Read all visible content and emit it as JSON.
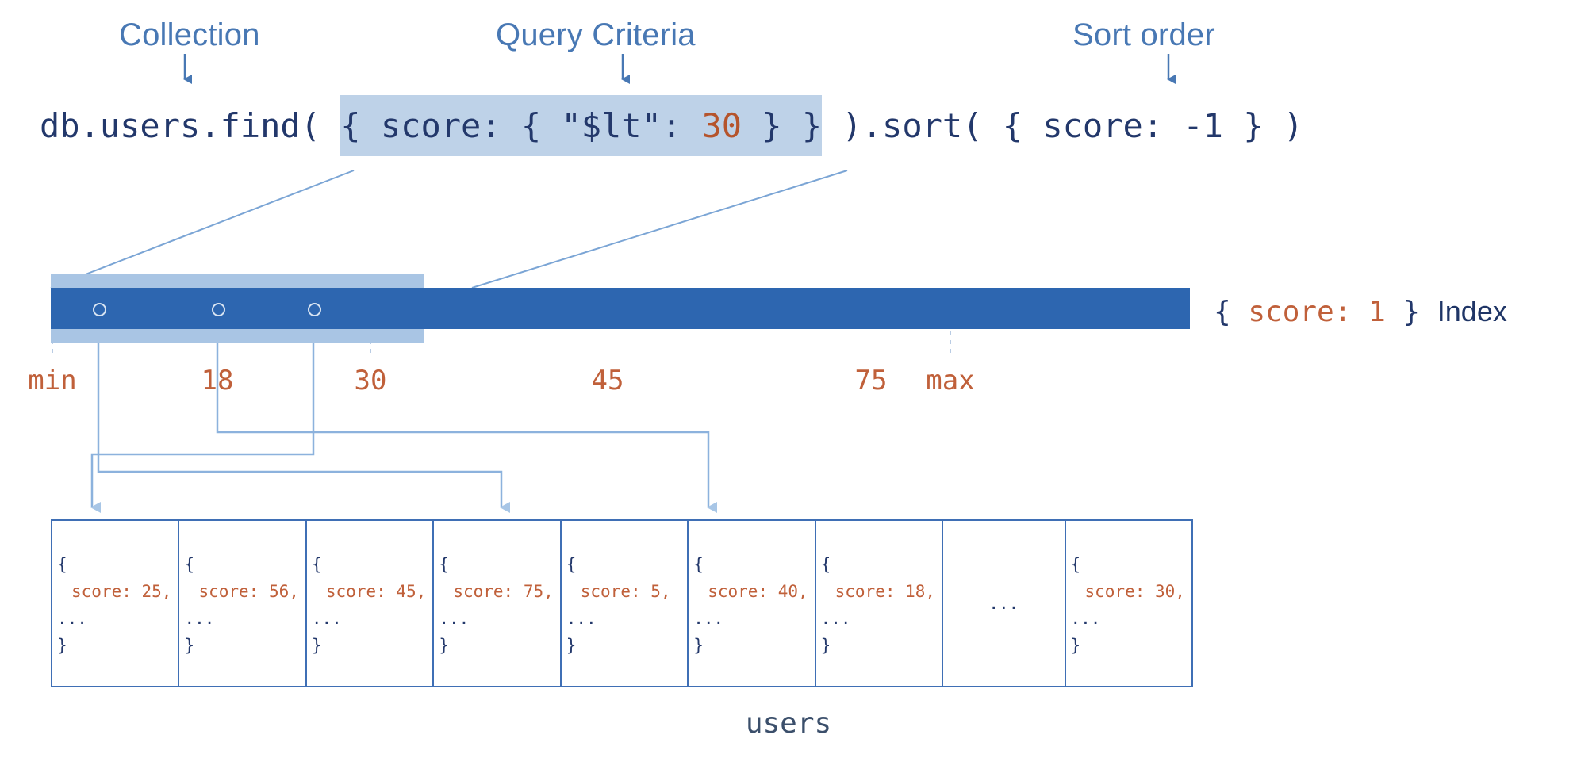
{
  "callouts": {
    "collection": "Collection",
    "query_criteria": "Query Criteria",
    "sort_order": "Sort order"
  },
  "query": {
    "prefix": "db.users.find( ",
    "highlight_pre": "{ score: { \"$lt\": ",
    "highlight_num": "30",
    "highlight_post": " } }",
    "suffix": " ).sort( { score: -1 } )",
    "full_text": "db.users.find( { score: { \"$lt\": 30 } } ).sort( { score: -1 } )"
  },
  "index": {
    "label_open": "{ ",
    "label_key": "score: 1",
    "label_close": " } ",
    "label_suffix": "Index",
    "ticks": [
      {
        "label": "min",
        "pos_pct": 0.0
      },
      {
        "label": "18",
        "pos_pct": 14.6
      },
      {
        "label": "30",
        "pos_pct": 27.9
      },
      {
        "label": "45",
        "pos_pct": 48.8
      },
      {
        "label": "75",
        "pos_pct": 71.9
      },
      {
        "label": "max",
        "pos_pct": 78.0
      }
    ],
    "markers": [
      {
        "value": "5",
        "pos_pct": 4.2
      },
      {
        "value": "18",
        "pos_pct": 14.6
      },
      {
        "value": "25",
        "pos_pct": 23.1
      }
    ],
    "highlight_range": "min to 30",
    "bar_color": "#2d66b0",
    "highlight_color": "#a9c5e4"
  },
  "documents": {
    "collection_label": "users",
    "open_brace": "{",
    "ellipsis": "...",
    "close_brace": "}",
    "items": [
      {
        "score": "score: 25,",
        "empty": false
      },
      {
        "score": "score: 56,",
        "empty": false
      },
      {
        "score": "score: 45,",
        "empty": false
      },
      {
        "score": "score: 75,",
        "empty": false
      },
      {
        "score": "score: 5,",
        "empty": false
      },
      {
        "score": "score: 40,",
        "empty": false
      },
      {
        "score": "score: 18,",
        "empty": false
      },
      {
        "score": "...",
        "empty": true
      },
      {
        "score": "score: 30,",
        "empty": false
      }
    ]
  },
  "colors": {
    "accent_blue": "#4878b4",
    "dark_navy": "#23386b",
    "orange": "#c0603a",
    "bar_blue": "#2d66b0",
    "light_blue": "#a9c5e4",
    "connector": "#8cb2dd"
  }
}
